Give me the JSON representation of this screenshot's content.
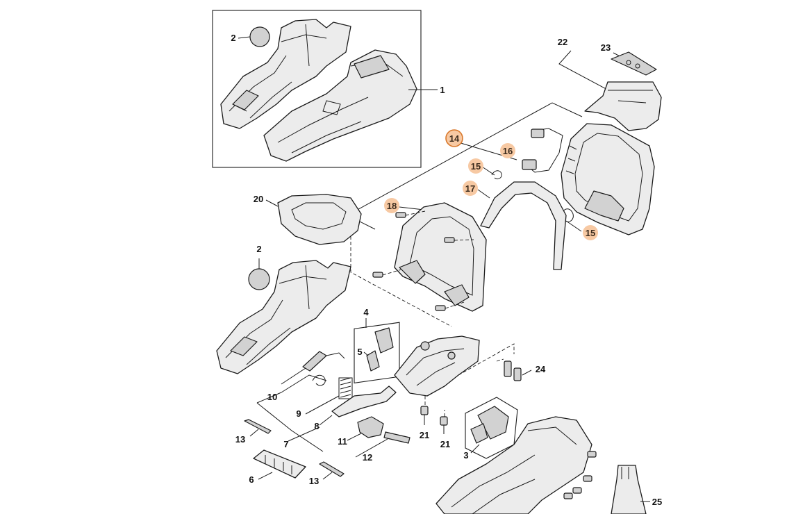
{
  "diagram": {
    "type": "exploded-parts-view",
    "highlight_color": "#f7c9a3",
    "highlight_ring_color": "#d9782b"
  },
  "callouts": {
    "c1": "1",
    "c2a": "2",
    "c2b": "2",
    "c3": "3",
    "c4": "4",
    "c5": "5",
    "c6": "6",
    "c7": "7",
    "c8": "8",
    "c9": "9",
    "c10": "10",
    "c11": "11",
    "c12": "12",
    "c13a": "13",
    "c13b": "13",
    "c14": "14",
    "c15a": "15",
    "c15b": "15",
    "c16": "16",
    "c17": "17",
    "c18": "18",
    "c20": "20",
    "c21a": "21",
    "c21b": "21",
    "c22": "22",
    "c23": "23",
    "c24": "24",
    "c25": "25"
  },
  "highlighted_parts": [
    "14",
    "15",
    "16",
    "17",
    "18"
  ]
}
